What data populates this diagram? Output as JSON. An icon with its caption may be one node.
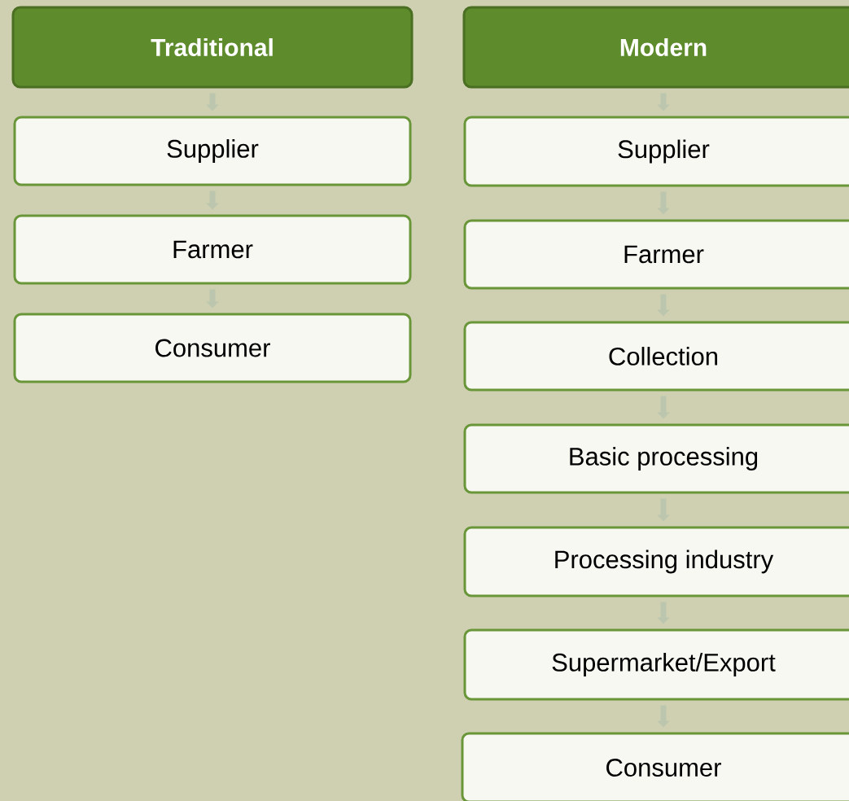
{
  "diagram": {
    "nodes": [
      {
        "text": [
          "Traditional"
        ]
      },
      {
        "text": [
          "Supplier"
        ]
      },
      {
        "text": [
          "Farmer"
        ]
      },
      {
        "text": [
          "Consumer"
        ]
      },
      {
        "text": [
          "Modern"
        ]
      },
      {
        "text": [
          "Supplier"
        ]
      },
      {
        "text": [
          "Farmer"
        ]
      },
      {
        "text": [
          "Collection"
        ]
      },
      {
        "text": [
          "Basic processing"
        ]
      },
      {
        "text": [
          "Processing industry"
        ]
      },
      {
        "text": [
          "Supermarket/Export"
        ]
      },
      {
        "text": [
          "Consumer"
        ]
      }
    ],
    "edges": [
      {
        "from": 0,
        "to": 1,
        "arrow": "to"
      },
      {
        "from": 1,
        "to": 2,
        "arrow": "to"
      },
      {
        "from": 2,
        "to": 3,
        "arrow": "to"
      },
      {
        "from": 4,
        "to": 5,
        "arrow": "to"
      },
      {
        "from": 5,
        "to": 6,
        "arrow": "to"
      },
      {
        "from": 6,
        "to": 7,
        "arrow": "to"
      },
      {
        "from": 7,
        "to": 8,
        "arrow": "to"
      },
      {
        "from": 8,
        "to": 9,
        "arrow": "to"
      },
      {
        "from": 9,
        "to": 10,
        "arrow": "to"
      },
      {
        "from": 10,
        "to": 11,
        "arrow": "to"
      }
    ]
  }
}
